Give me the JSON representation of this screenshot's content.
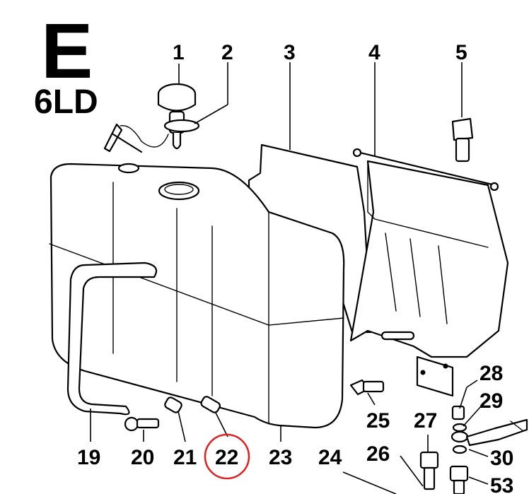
{
  "header": {
    "section_letter": "E",
    "engine_model": "6LD"
  },
  "callouts": [
    "1",
    "2",
    "3",
    "4",
    "5",
    "28",
    "29",
    "30",
    "53",
    "25",
    "27",
    "26",
    "24",
    "19",
    "20",
    "21",
    "22",
    "23"
  ],
  "highlighted_callout": "22",
  "colors": {
    "line": "#000000",
    "background": "#ffffff",
    "highlight_circle": "#e02020"
  }
}
